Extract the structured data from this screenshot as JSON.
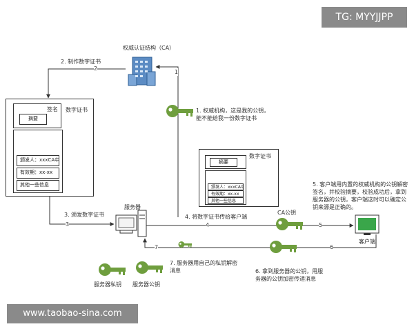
{
  "watermarks": {
    "top": "TG: MYYJJPP",
    "bottom": "www.taobao-sina.com"
  },
  "ca": {
    "title": "权威认证结构（CA）",
    "icon": "office-building-icon"
  },
  "steps": {
    "s1_num": "1",
    "s1_text": "1. 权威机构，这是我的公钥，能不能给我一份数字证书",
    "s2_num": "2",
    "s2_text": "2. 制作数字证书",
    "s3_num": "3",
    "s3_text": "3. 颁发数字证书",
    "s4_num": "4",
    "s4_text": "4. 将数字证书传给客户端",
    "s5_num": "5",
    "s5_text": "5. 客户端用内置的权威机构的公钥解密签名，并校验摘要，校验成功后，拿到服务器的公钥，客户端这时可以确定公钥来源是正确的。",
    "s6_num": "6",
    "s6_text": "6. 拿到服务器的公钥，用服务器的公钥加密传递消息",
    "s7_num": "7",
    "s7_text": "7. 服务器用自己的私钥解密消息"
  },
  "cert_left": {
    "signature": "签名",
    "digest": "摘要",
    "title": "数字证书",
    "issuer": "颁发人：xxxCA中心",
    "validity": "有效期：xx-xx",
    "other": "其他一些信息"
  },
  "cert_right": {
    "title": "数字证书",
    "digest": "摘要",
    "issuer": "颁发人：xxxCA中心",
    "validity": "有效期：xx-xx",
    "other": "其他一些信息"
  },
  "labels": {
    "server": "服务器",
    "client": "客户端",
    "ca_public_key": "CA公钥",
    "server_private_key": "服务器私钥",
    "server_public_key": "服务器公钥"
  },
  "colors": {
    "key_green": "#6f9e3e",
    "screen_green": "#3aa64a",
    "watermark_gray": "#8a8a8a"
  }
}
